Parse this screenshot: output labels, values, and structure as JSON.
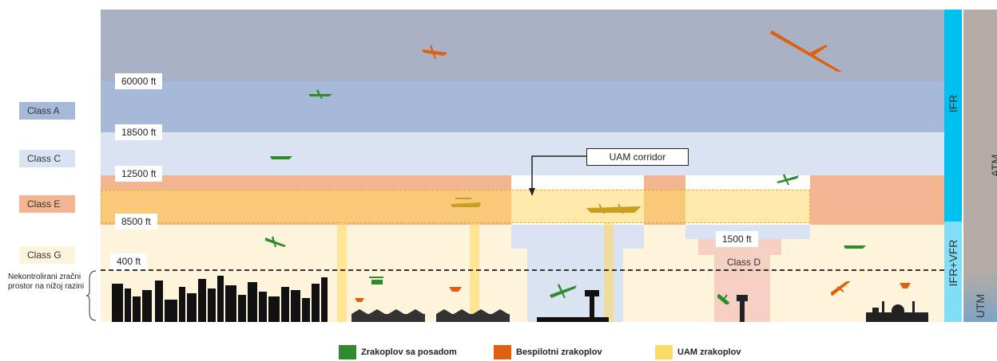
{
  "classes": [
    {
      "label": "Class A",
      "color": "#a7b9d9"
    },
    {
      "label": "Class C",
      "color": "#d9e3f2"
    },
    {
      "label": "Class E",
      "color": "#f2b491"
    },
    {
      "label": "Class G",
      "color": "#fef4dc"
    }
  ],
  "altitudes": {
    "a60000": "60000 ft",
    "a18500": "18500 ft",
    "a12500": "12500 ft",
    "a8500": "8500 ft",
    "a400": "400 ft",
    "a1500": "1500 ft"
  },
  "uam_corridor": "UAM corridor",
  "class_d": "Class D",
  "uncontrolled_note": "Nekontrolirani zračni prostor na nižoj razini",
  "side_bars": {
    "ifr": "IFR",
    "ifr_vfr": "IFR+VFR",
    "utm": "UTM",
    "atm": "ATM"
  },
  "legend": [
    {
      "label": "Zrakoplov sa posadom",
      "color": "#2e8b2e"
    },
    {
      "label": "Bespilotni zrakoplov",
      "color": "#e06010"
    },
    {
      "label": "UAM zrakoplov",
      "color": "#ffd966"
    }
  ],
  "colors": {
    "top_band": "#a9b1c4",
    "ifr_bar": "#00c0f0",
    "ifr_vfr_bar": "#80def6",
    "atm_bar": "#b4aba6",
    "utm_bar": "#7da4c4",
    "uam_fill": "#ffd966",
    "class_d_fill": "#f7d0c4",
    "crewed": "#2e8b2e",
    "uncrewed": "#e06010"
  }
}
